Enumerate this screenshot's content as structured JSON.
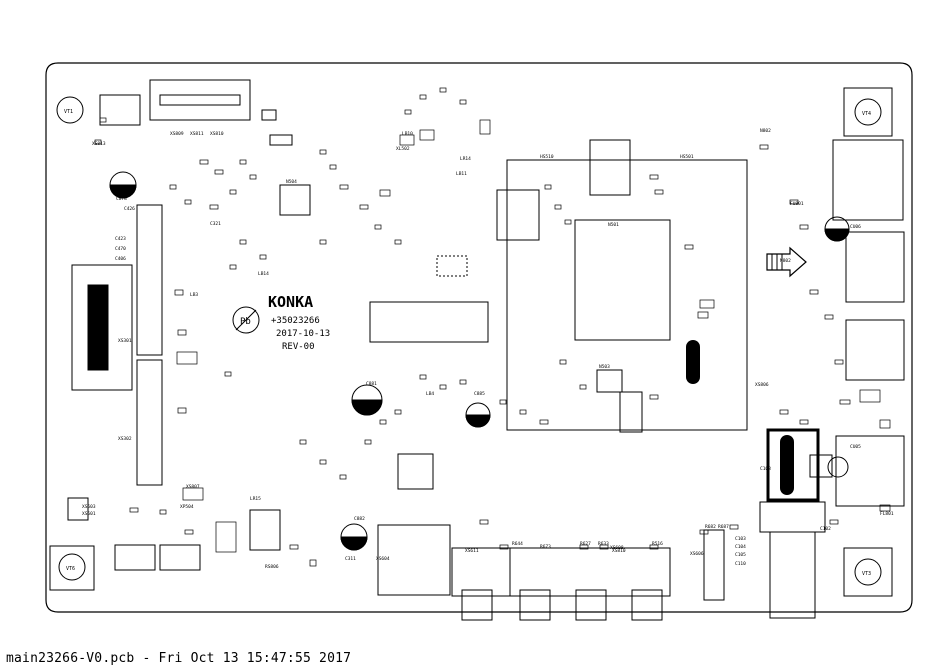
{
  "board": {
    "brand": "KONKA",
    "part_number": "+35023266",
    "date": "2017-10-13",
    "revision": "REV-00",
    "pb_mark": "Pb"
  },
  "corner_labels": {
    "top_left": "VT1",
    "top_right": "VT4",
    "bottom_left": "VT6",
    "bottom_right": "VT3"
  },
  "component_labels": [
    "XS813",
    "XS809",
    "XS811",
    "XS810",
    "XS603",
    "XS601",
    "XS301",
    "XS302",
    "XS807",
    "XS806",
    "XS611",
    "XS810",
    "XS604",
    "XS608",
    "XS606",
    "N501",
    "N503",
    "N504",
    "N802",
    "N802",
    "HS501",
    "HS510",
    "C426",
    "C423",
    "C470",
    "C406",
    "C878",
    "C881",
    "C882",
    "C885",
    "LB10",
    "LB11",
    "LB14",
    "LB3",
    "LB4",
    "XP504",
    "RS806",
    "C102",
    "C103",
    "C104",
    "C105",
    "C108",
    "C110",
    "C311",
    "C321",
    "R627",
    "R633",
    "R516",
    "R682",
    "R687",
    "R644",
    "R673",
    "FL801",
    "FU801",
    "CU05",
    "CU06",
    "XL502",
    "LR14",
    "LR15"
  ],
  "footer": {
    "file_info": "main23266-V0.pcb - Fri Oct 13 15:47:55 2017"
  }
}
